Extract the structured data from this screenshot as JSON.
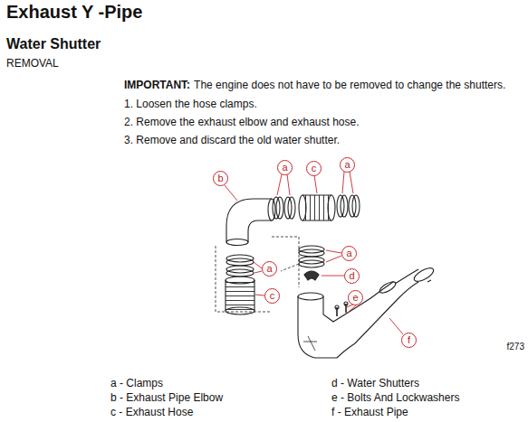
{
  "diagram": {
    "title": "Exhaust Y -Pipe",
    "labels": [
      "Water Shutter",
      "REMOVAL",
      "IMPORTANT:",
      "The engine does not have to be removed to change the shutters.",
      "1. Loosen the hose clamps.",
      "2. Remove the exhaust elbow and exhaust hose.",
      "3. Remove and discard the old water shutter.",
      "b",
      "a",
      "c",
      "a",
      "a",
      "a",
      "d",
      "c",
      "e",
      "f",
      "f273",
      "a - Clamps",
      "b - Exhaust Pipe Elbow",
      "c - Exhaust Hose",
      "d - Water Shutters",
      "e - Bolts And Lockwashers",
      "f - Exhaust Pipe"
    ]
  }
}
